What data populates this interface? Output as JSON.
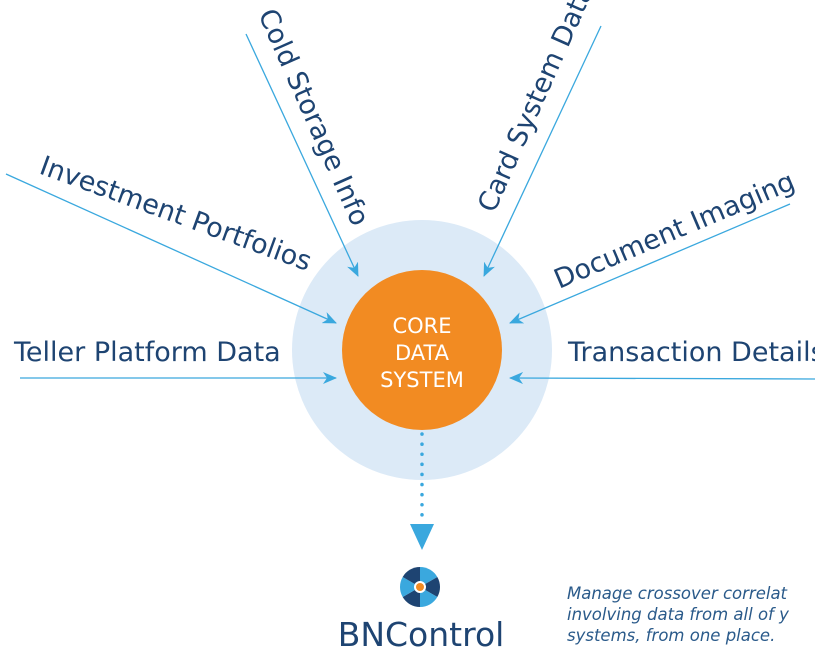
{
  "sources": {
    "teller": "Teller Platform Data",
    "investment": "Investment Portfolios",
    "cold_storage": "Cold Storage Info",
    "card_system": "Card System Data",
    "document_imaging": "Document Imaging",
    "transaction": "Transaction Details"
  },
  "core": {
    "line1": "CORE",
    "line2": "DATA",
    "line3": "SYSTEM"
  },
  "brand": {
    "name": "BNControl",
    "icon": "aperture-logo-icon"
  },
  "tagline": {
    "line1": "Manage crossover correlat",
    "line2": "involving data from all of y",
    "line3": "systems, from one place."
  },
  "colors": {
    "arrow": "#3aa8de",
    "halo": "#dceaf7",
    "core": "#f28b22",
    "label": "#1e4472",
    "logo_dark": "#1e4472",
    "logo_light": "#3aa8de",
    "logo_accent": "#f28b22"
  }
}
